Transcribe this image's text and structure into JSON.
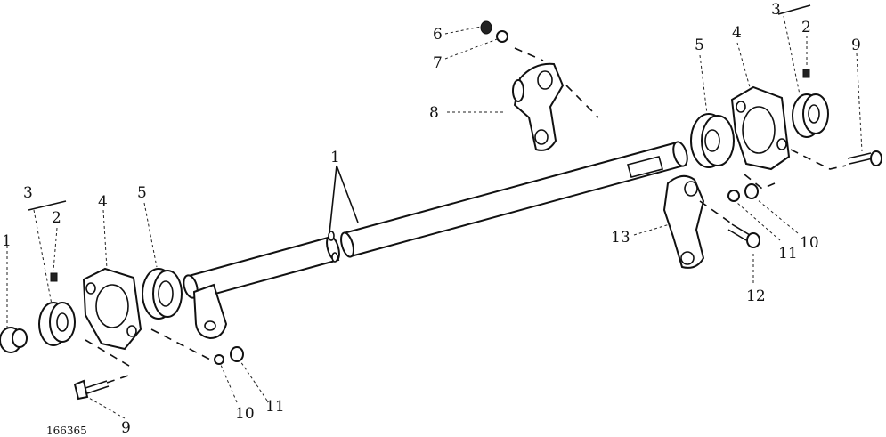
{
  "drawing_code": "166365",
  "callouts": {
    "c1_left": "1",
    "c1_shaft": "1",
    "c2_left": "2",
    "c2_right": "2",
    "c3_left": "3",
    "c3_right": "3",
    "c4_left": "4",
    "c4_right": "4",
    "c5_left": "5",
    "c5_right": "5",
    "c6": "6",
    "c7": "7",
    "c8": "8",
    "c9_left": "9",
    "c9_right": "9",
    "c10_left": "10",
    "c10_right": "10",
    "c11_left": "11",
    "c11_right": "11",
    "c12": "12",
    "c13": "13"
  }
}
